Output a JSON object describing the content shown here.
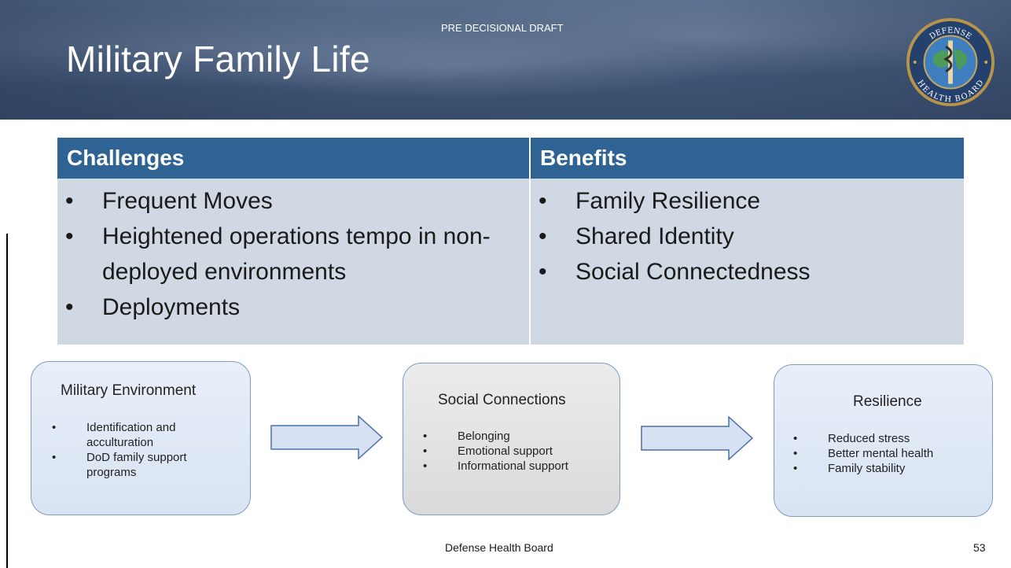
{
  "header": {
    "title": "Military Family Life",
    "draft_label": "PRE DECISIONAL DRAFT",
    "seal_top_text": "DEFENSE",
    "seal_bottom_text": "HEALTH BOARD"
  },
  "table": {
    "headers": [
      "Challenges",
      "Benefits"
    ],
    "challenges": [
      "Frequent Moves",
      "Heightened operations tempo in non-deployed environments",
      "Deployments"
    ],
    "benefits": [
      "Family Resilience",
      "Shared Identity",
      "Social Connectedness"
    ]
  },
  "flow": {
    "military_environment": {
      "title": "Military Environment",
      "items": [
        "Identification and acculturation",
        "DoD family support programs"
      ]
    },
    "social_connections": {
      "title": "Social Connections",
      "items": [
        "Belonging",
        "Emotional support",
        "Informational support"
      ]
    },
    "resilience": {
      "title": "Resilience",
      "items": [
        "Reduced stress",
        "Better mental health",
        "Family stability"
      ]
    }
  },
  "footer": {
    "text": "Defense Health Board",
    "page_number": "53"
  },
  "colors": {
    "table_header": "#2e6393",
    "table_body": "#d0d8e4",
    "box_border": "#7f9ac3",
    "arrow_fill": "#d6e2f3",
    "arrow_stroke": "#4a6fa5"
  }
}
